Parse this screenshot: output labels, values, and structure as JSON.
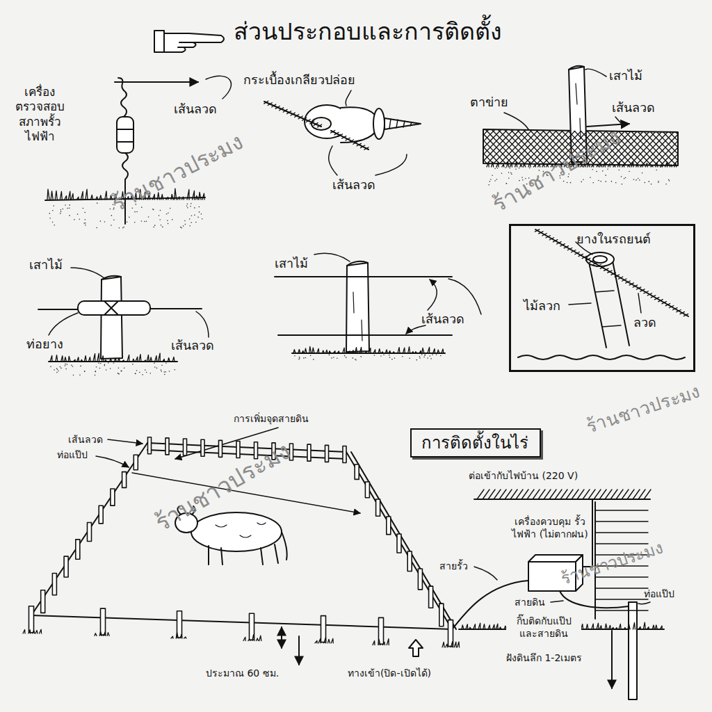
{
  "diagram": {
    "title": "ส่วนประกอบและการติดตั้ง",
    "nodes": [
      {
        "text": [
          "ยางในรถยนต์",
          "ไม้ลวก",
          "ลวด"
        ]
      },
      {
        "text": [
          "การติดตั้งในไร่"
        ]
      }
    ],
    "labels": [
      "เครื่อง ตรวจสอบ สภาพรั้ว ไฟฟ้า",
      "เส้นลวด",
      "กระเบื้องเกลียวปล่อย",
      "เส้นลวด",
      "เสาไม้",
      "ตาข่าย",
      "เส้นลวด",
      "เสาไม้",
      "ท่อยาง",
      "เส้นลวด",
      "เสาไม้",
      "เส้นลวด",
      "การเพิ่มจุดสายดิน",
      "เส้นลวด",
      "ท่อแป๊ป",
      "ต่อเข้ากับไฟบ้าน (220 V)",
      "เครื่องควบคุม รั้วไฟฟ้า (ไม่ตากฝน)",
      "สายรั้ว",
      "สายดิน",
      "กิ๊บติดกับแป๊ป และสายดิน",
      "ท่อแป๊ป",
      "ฝังดินลึก 1-2เมตร",
      "ประมาณ 60 ซม.",
      "ทางเข้า(ปิด-เปิดได้)",
      "ร้านชาวประมง",
      "ร้านชาวประมง",
      "ร้านชาวประมง",
      "ร้านชาวประมง",
      "ร้านชาวประมง"
    ]
  }
}
